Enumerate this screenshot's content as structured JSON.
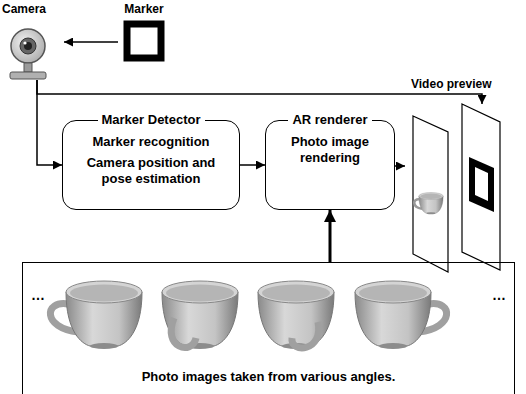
{
  "diagram": {
    "nodes": [
      {
        "text": [
          "Camera"
        ]
      },
      {
        "text": [
          "Marker"
        ]
      },
      {
        "text": [
          "Video preview"
        ]
      },
      {
        "text": [
          "Marker Detector",
          "Marker recognition",
          "Camera position and pose estimation"
        ]
      },
      {
        "text": [
          "AR renderer",
          "Photo image rendering"
        ]
      },
      {
        "text": [
          "…",
          "…",
          "Photo images taken from various angles."
        ]
      }
    ],
    "edges": [
      {
        "from": 1,
        "to": 0,
        "arrow": "to"
      },
      {
        "from": 0,
        "to": 3,
        "arrow": "to"
      },
      {
        "from": 0,
        "to": 2,
        "arrow": "to"
      },
      {
        "from": 3,
        "to": 4,
        "arrow": "to"
      },
      {
        "from": 5,
        "to": 4,
        "arrow": "to"
      },
      {
        "from": 4,
        "to": 2,
        "arrow": "to"
      }
    ]
  }
}
